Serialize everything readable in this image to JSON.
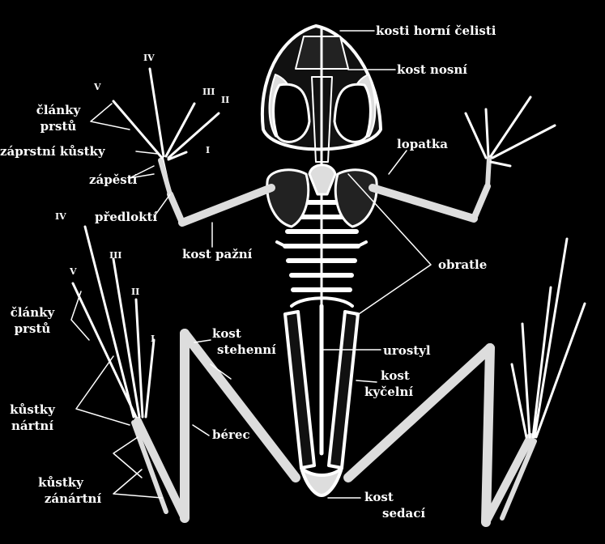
{
  "labels": {
    "kosti_horni_celisti": "kosti horní čelisti",
    "kost_nosni": "kost nosní",
    "clanky_prstu_1a": "články",
    "clanky_prstu_1b": "prstů",
    "zaprstni_kustky": "záprstní kůstky",
    "zapesti": "zápěstí",
    "predlokti": "předloktí",
    "kost_pazni": "kost pažní",
    "lopatka": "lopatka",
    "obratle": "obratle",
    "clanky_prstu_2a": "články",
    "clanky_prstu_2b": "prstů",
    "kost_stehenni_a": "kost",
    "kost_stehenni_b": "stehenní",
    "urostyl": "urostyl",
    "kost_kycelni_a": "kost",
    "kost_kycelni_b": "kyčelní",
    "kustky_nartni_a": "kůstky",
    "kustky_nartni_b": "nártní",
    "berec": "bérec",
    "kustky_zanartni_a": "kůstky",
    "kustky_zanartni_b": "zánártní",
    "kost_sedaci_a": "kost",
    "kost_sedaci_b": "sedací"
  },
  "digits": {
    "front": [
      "IV",
      "V",
      "III",
      "II",
      "I"
    ],
    "hind": [
      "IV",
      "V",
      "III",
      "II",
      "I"
    ]
  }
}
